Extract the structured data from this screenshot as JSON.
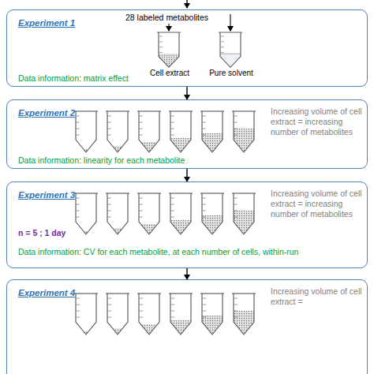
{
  "diagram": {
    "nodes": [
      {
        "text": [
          "Experiment 1",
          "28 labeled metabolites",
          "Cell extract",
          "Pure solvent",
          "Data information: matrix effect"
        ]
      },
      {
        "text": [
          "Experiment 2",
          "Increasing volume of cell extract = increasing number of metabolites",
          "Data information: linearity for each metabolite"
        ]
      },
      {
        "text": [
          "Experiment 3",
          "Increasing volume of cell extract = increasing number of metabolites",
          "n = 5 ; 1 day",
          "Data information: CV for each metabolite, at each number of cells, within-run"
        ]
      },
      {
        "text": [
          "Experiment 4",
          "Increasing volume of cell extract ="
        ]
      }
    ],
    "edges": [
      {
        "from": 0,
        "to": 1,
        "arrow": "to"
      },
      {
        "from": 1,
        "to": 2,
        "arrow": "to"
      },
      {
        "from": 2,
        "to": 3,
        "arrow": "to"
      }
    ]
  }
}
